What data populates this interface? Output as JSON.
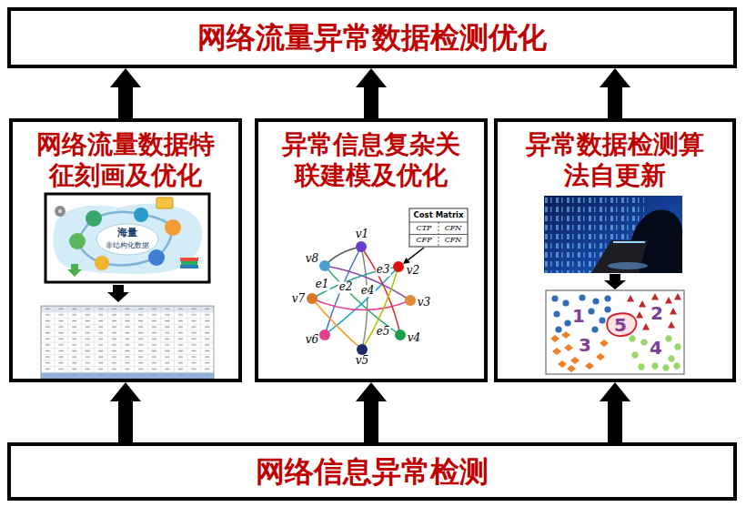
{
  "diagram": {
    "nodes": [
      {
        "text": [
          "网络流量异常数据检测优化"
        ]
      },
      {
        "text": [
          "网络流量数据特征刻画及优化"
        ]
      },
      {
        "text": [
          "异常信息复杂关联建模及优化"
        ]
      },
      {
        "text": [
          "异常数据检测算法自更新"
        ]
      },
      {
        "text": [
          "网络信息异常检测"
        ]
      }
    ],
    "edges": [
      {
        "from": 4,
        "to": 1,
        "arrow": "to"
      },
      {
        "from": 4,
        "to": 2,
        "arrow": "to"
      },
      {
        "from": 4,
        "to": 3,
        "arrow": "to"
      },
      {
        "from": 1,
        "to": 0,
        "arrow": "to"
      },
      {
        "from": 2,
        "to": 0,
        "arrow": "to"
      },
      {
        "from": 3,
        "to": 0,
        "arrow": "to"
      }
    ],
    "labels": [
      "海量",
      "非结构化数据",
      "Cost Matrix",
      "CTP",
      "CFN",
      "CFP",
      "CFN",
      "v1",
      "v2",
      "v3",
      "v4",
      "v5",
      "v6",
      "v7",
      "v8",
      "e1",
      "e2",
      "e3",
      "e4",
      "e5",
      "1",
      "2",
      "3",
      "4",
      "5"
    ]
  }
}
